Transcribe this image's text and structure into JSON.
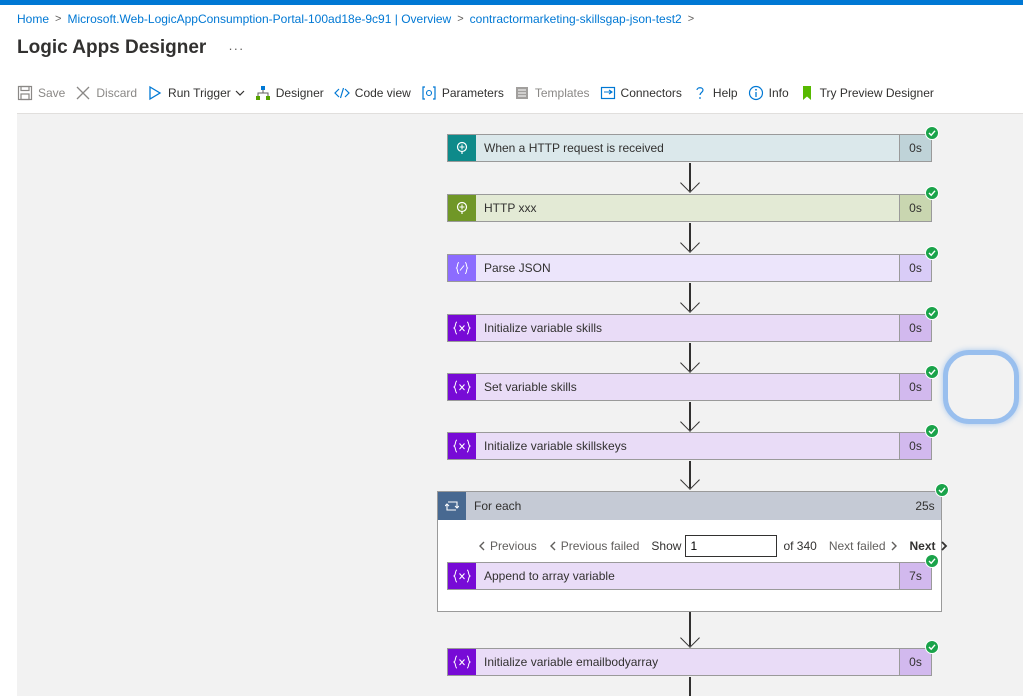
{
  "breadcrumb": {
    "items": [
      "Home",
      "Microsoft.Web-LogicAppConsumption-Portal-100ad18e-9c91 | Overview",
      "contractormarketing-skillsgap-json-test2"
    ]
  },
  "page": {
    "title": "Logic Apps Designer",
    "more": "···"
  },
  "toolbar": {
    "save": "Save",
    "discard": "Discard",
    "run_trigger": "Run Trigger",
    "designer": "Designer",
    "code_view": "Code view",
    "parameters": "Parameters",
    "templates": "Templates",
    "connectors": "Connectors",
    "help": "Help",
    "info": "Info",
    "try_preview": "Try Preview Designer"
  },
  "colors": {
    "accent": "#0078d4",
    "success": "#1aa34a",
    "http_request": "#0e8a8a",
    "http": "#709727",
    "parse_json": "#8c6cff",
    "variable": "#770bd6",
    "foreach": "#486991"
  },
  "steps": [
    {
      "label": "When a HTTP request is received",
      "duration": "0s",
      "icon": "http-request-icon"
    },
    {
      "label": "HTTP xxx",
      "duration": "0s",
      "icon": "http-icon"
    },
    {
      "label": "Parse JSON",
      "duration": "0s",
      "icon": "parse-json-icon"
    },
    {
      "label": "Initialize variable skills",
      "duration": "0s",
      "icon": "variable-icon"
    },
    {
      "label": "Set variable skills",
      "duration": "0s",
      "icon": "variable-icon"
    },
    {
      "label": "Initialize variable skillskeys",
      "duration": "0s",
      "icon": "variable-icon"
    }
  ],
  "foreach": {
    "label": "For each",
    "duration": "25s",
    "pager": {
      "previous": "Previous",
      "previous_failed": "Previous failed",
      "show": "Show",
      "current": "1",
      "of_total": "of 340",
      "next_failed": "Next failed",
      "next": "Next"
    },
    "inner_step": {
      "label": "Append to array variable",
      "duration": "7s",
      "icon": "variable-icon"
    }
  },
  "final_step": {
    "label": "Initialize variable emailbodyarray",
    "duration": "0s",
    "icon": "variable-icon"
  }
}
